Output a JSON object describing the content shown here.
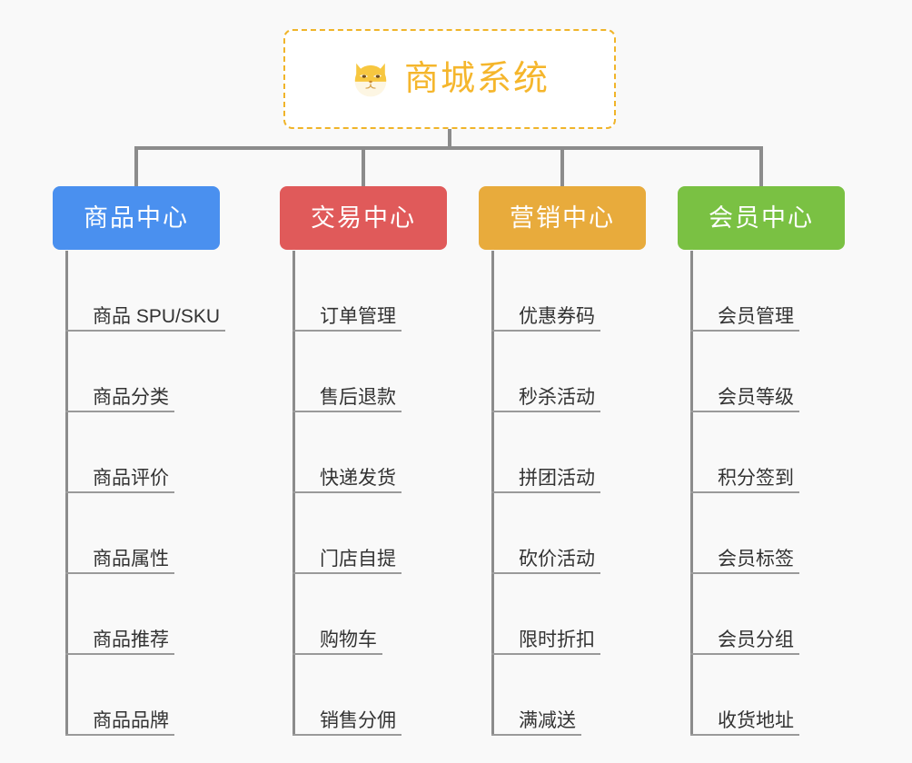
{
  "root": {
    "title": "商城系统",
    "icon": "shiba-dog-icon",
    "border_color": "#f0b429",
    "text_color": "#f5b62c"
  },
  "canvas": {
    "background": "#f9f9f9",
    "connector_color": "#8c8c8c"
  },
  "columns": [
    {
      "title": "商品中心",
      "color": "#4a90ef",
      "items": [
        "商品 SPU/SKU",
        "商品分类",
        "商品评价",
        "商品属性",
        "商品推荐",
        "商品品牌"
      ]
    },
    {
      "title": "交易中心",
      "color": "#e05a5a",
      "items": [
        "订单管理",
        "售后退款",
        "快递发货",
        "门店自提",
        "购物车",
        "销售分佣"
      ]
    },
    {
      "title": "营销中心",
      "color": "#e8ab3c",
      "items": [
        "优惠券码",
        "秒杀活动",
        "拼团活动",
        "砍价活动",
        "限时折扣",
        "满减送"
      ]
    },
    {
      "title": "会员中心",
      "color": "#7ac143",
      "items": [
        "会员管理",
        "会员等级",
        "积分签到",
        "会员标签",
        "会员分组",
        "收货地址"
      ]
    }
  ]
}
